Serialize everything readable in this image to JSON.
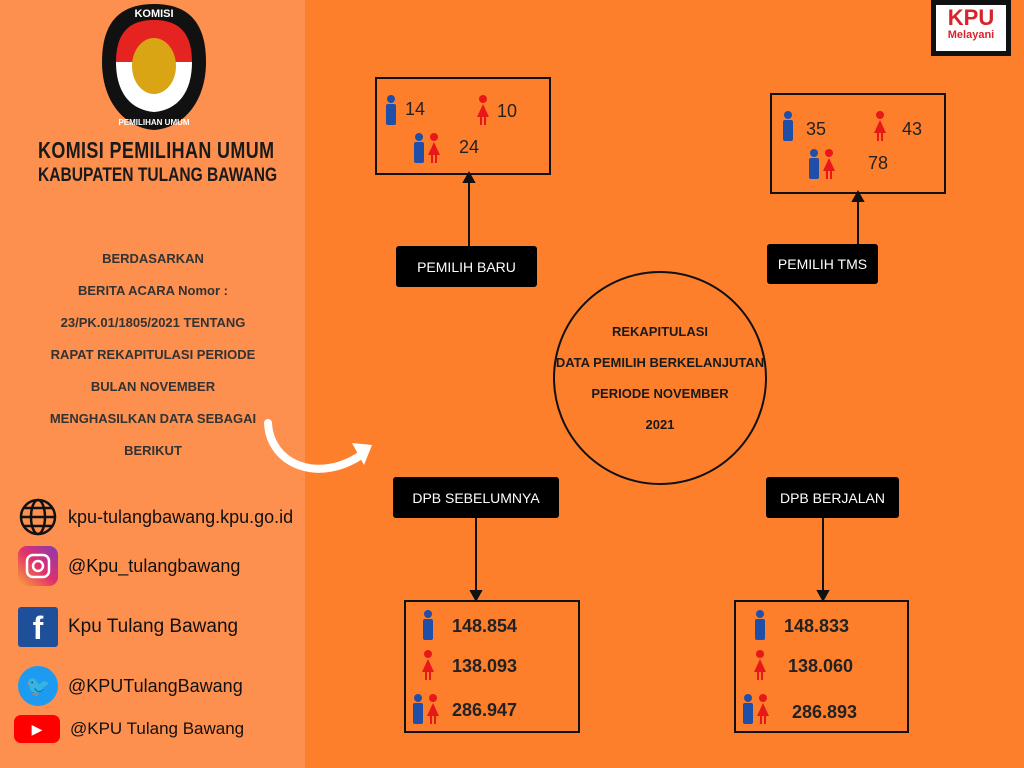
{
  "header": {
    "org_line1": "KOMISI PEMILIHAN UMUM",
    "org_line2": "KABUPATEN TULANG BAWANG",
    "logo_text_top": "KOMISI",
    "logo_text_bottom": "PEMILIHAN UMUM",
    "badge_title": "KPU",
    "badge_sub": "Melayani"
  },
  "intro": [
    "BERDASARKAN",
    "BERITA  ACARA Nomor :",
    "23/PK.01/1805/2021 TENTANG",
    "RAPAT REKAPITULASI PERIODE",
    "BULAN NOVEMBER",
    "MENGHASILKAN DATA SEBAGAI",
    "BERIKUT"
  ],
  "social": [
    {
      "icon": "globe-icon",
      "text": "kpu-tulangbawang.kpu.go.id"
    },
    {
      "icon": "instagram-icon",
      "text": "@Kpu_tulangbawang"
    },
    {
      "icon": "facebook-icon",
      "text": "Kpu Tulang Bawang"
    },
    {
      "icon": "twitter-icon",
      "text": "@KPUTulangBawang"
    },
    {
      "icon": "youtube-icon",
      "text": "@KPU Tulang Bawang"
    }
  ],
  "center": [
    "REKAPITULASI",
    "DATA PEMILIH BERKELANJUTAN",
    "PERIODE NOVEMBER",
    "2021"
  ],
  "pemilih_baru": {
    "label": "PEMILIH  BARU",
    "male": "14",
    "female": "10",
    "total": "24"
  },
  "pemilih_tms": {
    "label": "PEMILIH TMS",
    "male": "35",
    "female": "43",
    "total": "78"
  },
  "dpb_sebelumnya": {
    "label": "DPB  SEBELUMNYA",
    "male": "148.854",
    "female": "138.093",
    "total": "286.947"
  },
  "dpb_berjalan": {
    "label": "DPB BERJALAN",
    "male": "148.833",
    "female": "138.060",
    "total": "286.893"
  },
  "colors": {
    "male": "#1f4fa8",
    "female": "#e81818",
    "bg": "#fd7f2c",
    "panel": "#fd8f4f"
  }
}
